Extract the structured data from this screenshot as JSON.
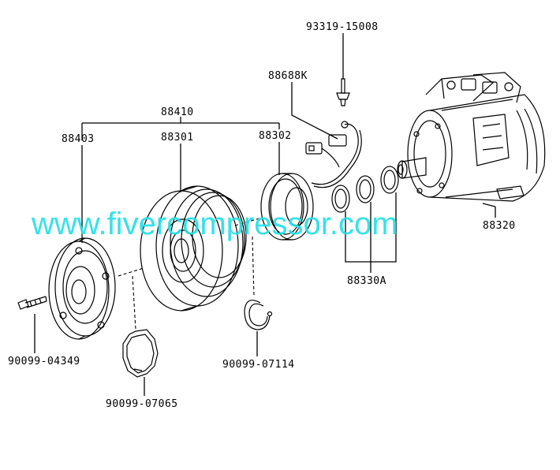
{
  "labels": {
    "p93319": "93319-15008",
    "p88688k": "88688K",
    "p88410": "88410",
    "p88403": "88403",
    "p88301": "88301",
    "p88302": "88302",
    "p88320": "88320",
    "p88330a": "88330A",
    "p90099_04349": "90099-04349",
    "p90099_07114": "90099-07114",
    "p90099_07065": "90099-07065"
  },
  "watermark": "www.fivercompressor.com"
}
